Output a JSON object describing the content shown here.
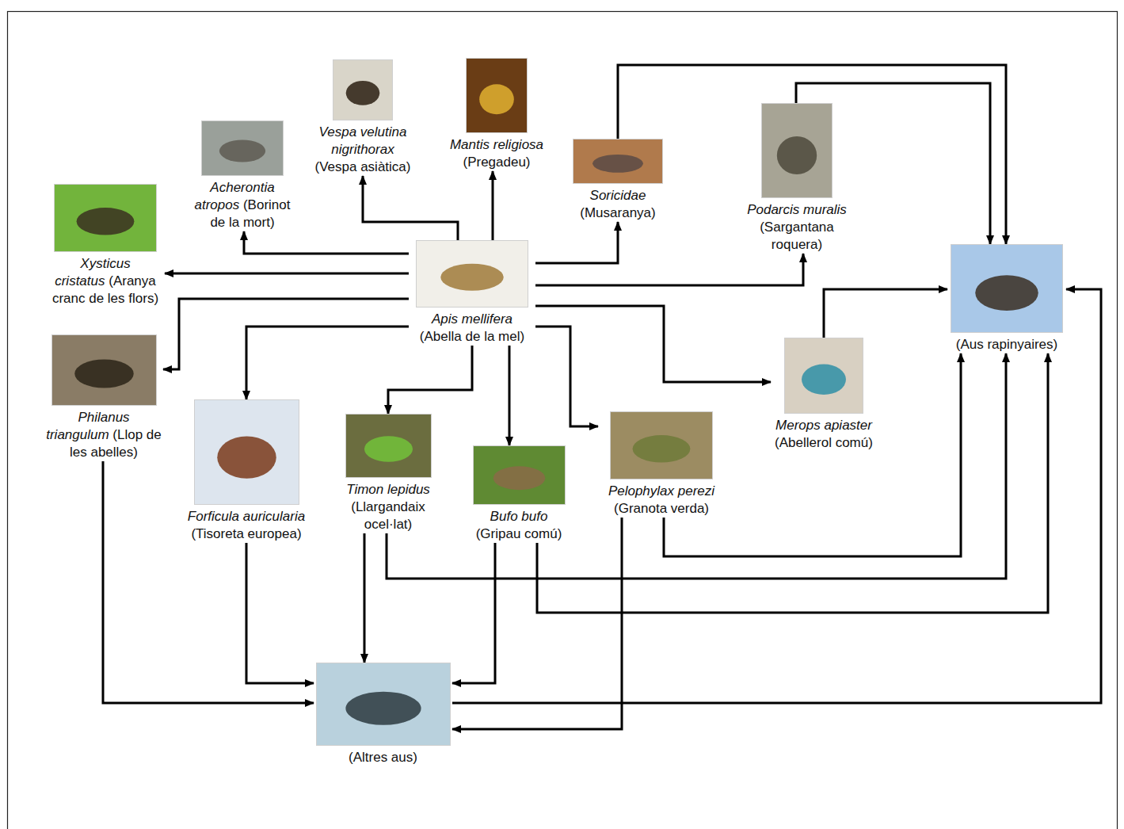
{
  "diagram": {
    "nodes": [
      {
        "text": [
          "Vespa velutina nigrithorax",
          "(Vespa asiàtica)"
        ]
      },
      {
        "text": [
          "Mantis religiosa",
          "(Pregadeu)"
        ]
      },
      {
        "text": [
          "Acherontia atropos",
          "(Borinot de la mort)"
        ]
      },
      {
        "text": [
          "Soricidae",
          "(Musaranya)"
        ]
      },
      {
        "text": [
          "Podarcis muralis",
          "(Sargantana roquera)"
        ]
      },
      {
        "text": [
          "Xysticus cristatus",
          "(Aranya cranc de les flors)"
        ]
      },
      {
        "text": [
          "Apis mellifera",
          "(Abella de la mel)"
        ]
      },
      {
        "text": [
          "(Aus rapinyaires)"
        ]
      },
      {
        "text": [
          "Philanus triangulum",
          "(Llop de les abelles)"
        ]
      },
      {
        "text": [
          "Merops apiaster",
          "(Abellerol comú)"
        ]
      },
      {
        "text": [
          "Forficula auricularia",
          "(Tisoreta europea)"
        ]
      },
      {
        "text": [
          "Timon lepidus",
          "(Llargandaix ocel·lat)"
        ]
      },
      {
        "text": [
          "Pelophylax perezi",
          "(Granota verda)"
        ]
      },
      {
        "text": [
          "Bufo bufo",
          "(Gripau comú)"
        ]
      },
      {
        "text": [
          "(Altres aus)"
        ]
      }
    ],
    "edges": [
      {
        "from": 6,
        "to": 0,
        "arrow": "to"
      },
      {
        "from": 6,
        "to": 1,
        "arrow": "to"
      },
      {
        "from": 6,
        "to": 2,
        "arrow": "to"
      },
      {
        "from": 6,
        "to": 3,
        "arrow": "to"
      },
      {
        "from": 6,
        "to": 4,
        "arrow": "to"
      },
      {
        "from": 6,
        "to": 5,
        "arrow": "to"
      },
      {
        "from": 6,
        "to": 8,
        "arrow": "to"
      },
      {
        "from": 6,
        "to": 9,
        "arrow": "to"
      },
      {
        "from": 6,
        "to": 10,
        "arrow": "to"
      },
      {
        "from": 6,
        "to": 11,
        "arrow": "to"
      },
      {
        "from": 6,
        "to": 12,
        "arrow": "to"
      },
      {
        "from": 6,
        "to": 13,
        "arrow": "to"
      },
      {
        "from": 3,
        "to": 7,
        "arrow": "to"
      },
      {
        "from": 4,
        "to": 7,
        "arrow": "to"
      },
      {
        "from": 9,
        "to": 7,
        "arrow": "to"
      },
      {
        "from": 12,
        "to": 7,
        "arrow": "to"
      },
      {
        "from": 11,
        "to": 7,
        "arrow": "to"
      },
      {
        "from": 13,
        "to": 7,
        "arrow": "to"
      },
      {
        "from": 14,
        "to": 7,
        "arrow": "to"
      },
      {
        "from": 8,
        "to": 14,
        "arrow": "to"
      },
      {
        "from": 10,
        "to": 14,
        "arrow": "to"
      },
      {
        "from": 11,
        "to": 14,
        "arrow": "to"
      },
      {
        "from": 13,
        "to": 14,
        "arrow": "to"
      },
      {
        "from": 12,
        "to": 14,
        "arrow": "to"
      }
    ]
  }
}
